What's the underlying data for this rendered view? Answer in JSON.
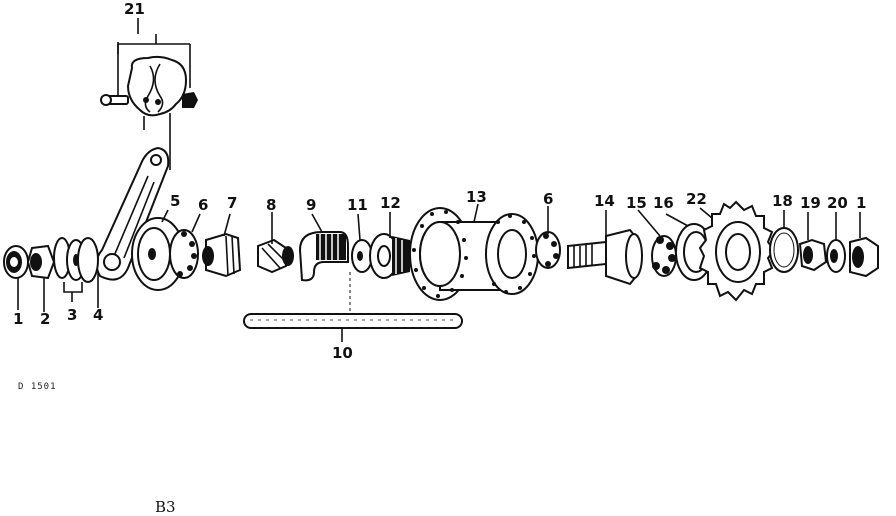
{
  "diagram": {
    "part_numbers": [
      "1",
      "2",
      "3",
      "4",
      "5",
      "6",
      "7",
      "8",
      "9",
      "11",
      "12",
      "13",
      "6",
      "14",
      "15",
      "16",
      "22",
      "18",
      "19",
      "20",
      "1",
      "10",
      "21"
    ],
    "reference_code": "D 1501",
    "sheet_label": "B3"
  }
}
